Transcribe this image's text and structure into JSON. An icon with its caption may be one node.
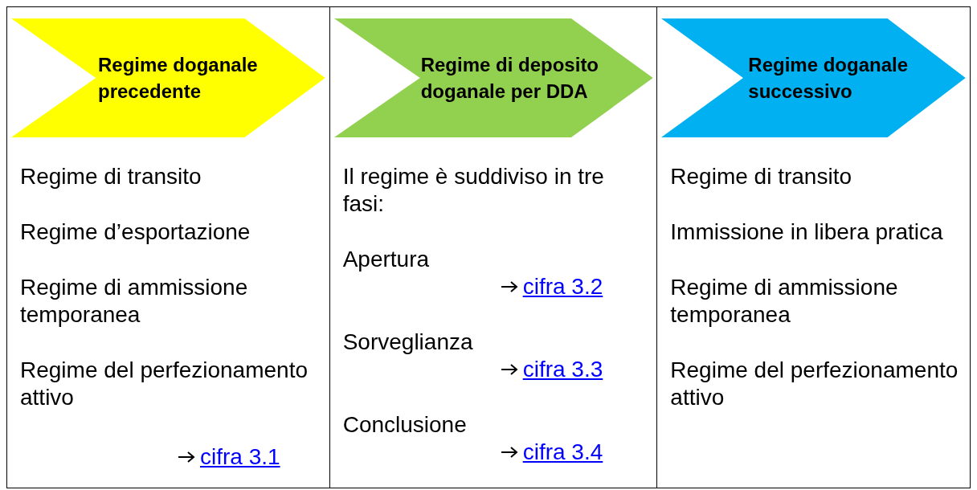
{
  "diagram": {
    "nodes": [
      {
        "text": [
          "Regime di transito",
          "Regime d’esportazione",
          "Regime di ammissione temporanea",
          "Regime del perfezionamento attivo",
          "cifra 3.1"
        ]
      },
      {
        "text": [
          "Regime doganale precedente"
        ],
        "in": 0
      },
      {
        "text": [
          "Il regime è suddiviso in tre fasi:",
          "Apertura",
          "cifra 3.2",
          "Sorveglianza",
          "cifra 3.3",
          "Conclusione",
          "cifra 3.4"
        ]
      },
      {
        "text": [
          "Regime di deposito doganale per DDA"
        ],
        "in": 2
      },
      {
        "text": [
          "Regime di transito",
          "Immissione in libera pratica",
          "Regime di ammissione temporanea",
          "Regime del perfezionamento attivo"
        ]
      },
      {
        "text": [
          "Regime doganale successivo"
        ],
        "in": 4
      }
    ]
  }
}
